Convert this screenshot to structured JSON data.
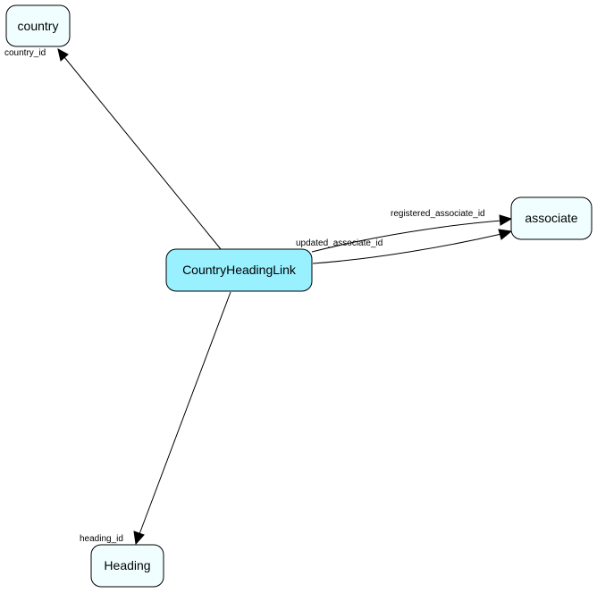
{
  "colors": {
    "main_node_fill": "#99f0ff",
    "related_node_fill": "#f0feff",
    "line": "#000000"
  },
  "nodes": {
    "center": {
      "label": "CountryHeadingLink"
    },
    "country": {
      "label": "country"
    },
    "associate": {
      "label": "associate"
    },
    "heading": {
      "label": "Heading"
    }
  },
  "edges": {
    "country_id": {
      "label": "country_id"
    },
    "registered_associate_id": {
      "label": "registered_associate_id"
    },
    "updated_associate_id": {
      "label": "updated_associate_id"
    },
    "heading_id": {
      "label": "heading_id"
    }
  }
}
